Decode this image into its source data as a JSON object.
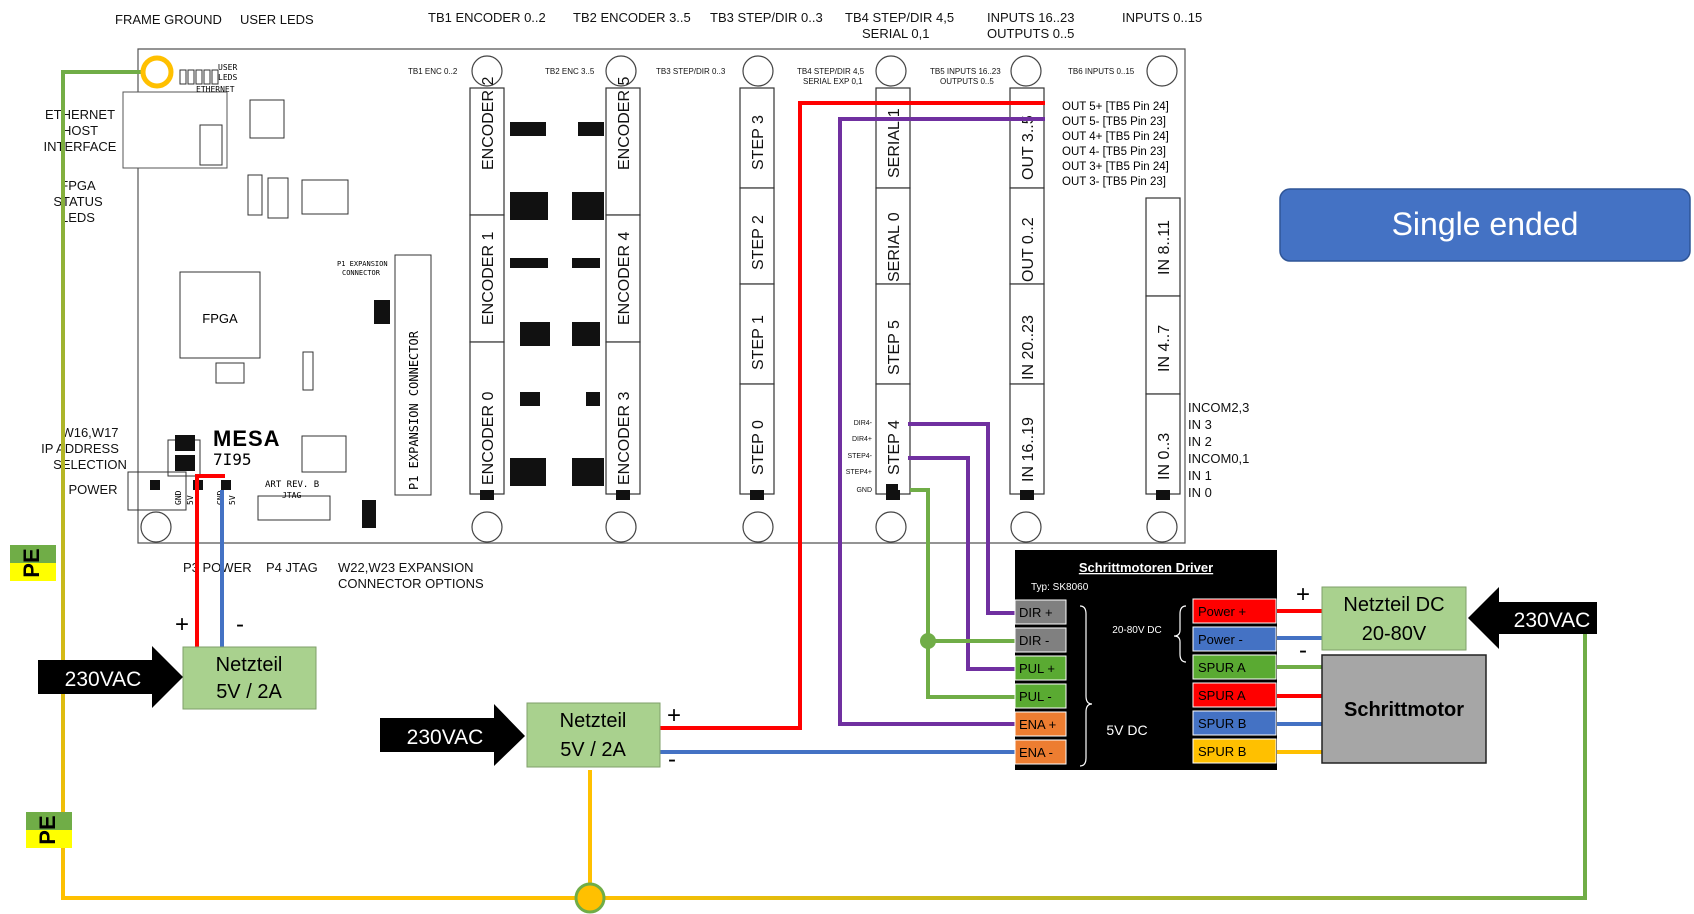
{
  "top_labels": {
    "frame_ground": "FRAME GROUND",
    "user_leds": "USER LEDS",
    "tb1": "TB1 ENCODER 0..2",
    "tb2": "TB2 ENCODER 3..5",
    "tb3": "TB3 STEP/DIR 0..3",
    "tb4_a": "TB4 STEP/DIR 4,5",
    "tb4_b": "SERIAL 0,1",
    "tb5_a": "INPUTS 16..23",
    "tb5_b": "OUTPUTS 0..5",
    "tb6": "INPUTS 0..15"
  },
  "left_labels": {
    "ethernet": [
      "ETHERNET",
      "HOST",
      "INTERFACE"
    ],
    "fpga_status": [
      "FPGA",
      "STATUS",
      "LEDS"
    ],
    "ip_address": [
      "W16,W17",
      "IP ADDRESS",
      "SELECTION"
    ],
    "power": "POWER"
  },
  "bottom_labels": {
    "p3_power": "P3 POWER",
    "p4_jtag": "P4 JTAG",
    "expansion": [
      "W22,W23 EXPANSION",
      "CONNECTOR OPTIONS"
    ]
  },
  "board": {
    "fpga": "FPGA",
    "brand": "MESA",
    "model": "7I95",
    "art_rev": "ART REV. B",
    "jtag": "JTAG",
    "p1_connector": "P1 EXPANSION CONNECTOR",
    "p1_small": [
      "P1 EXPANSION",
      "CONNECTOR"
    ],
    "ethernet_small": "ETHERNET",
    "user_leds_small": [
      "USER",
      "LEDS"
    ],
    "sub_tb1": "TB1 ENC 0..2",
    "sub_tb2": "TB2 ENC 3..5",
    "sub_tb3": "TB3 STEP/DIR 0..3",
    "sub_tb4": [
      "TB4 STEP/DIR 4,5",
      "SERIAL EXP 0,1"
    ],
    "sub_tb5": [
      "TB5 INPUTS 16..23",
      "OUTPUTS 0..5"
    ],
    "sub_tb6": "TB6 INPUTS 0..15",
    "connector_labels": [
      "ENCODER 2",
      "ENCODER 1",
      "ENCODER 0",
      "ENCODER 5",
      "ENCODER 4",
      "ENCODER 3",
      "STEP 3",
      "STEP 2",
      "STEP 1",
      "STEP 0",
      "SERIAL 1",
      "SERIAL 0",
      "STEP 5",
      "STEP 4",
      "OUT 3..5",
      "OUT 0..2",
      "IN 20..23",
      "IN 16..19",
      "IN 8..11",
      "IN 4..7",
      "IN 0..3"
    ],
    "tb4_pins": [
      "DIR4-",
      "DIR4+",
      "STEP4-",
      "STEP4+",
      "GND"
    ],
    "power_pins": [
      "GND",
      "5V",
      "GND",
      "5V"
    ]
  },
  "out_pins": [
    "OUT 5+ [TB5 Pin 24]",
    "OUT 5- [TB5 Pin 23]",
    "OUT 4+ [TB5 Pin 24]",
    "OUT 4- [TB5 Pin 23]",
    "OUT 3+ [TB5 Pin 24]",
    "OUT 3- [TB5 Pin 23]"
  ],
  "in_pins": [
    "INCOM2,3",
    "IN 3",
    "IN 2",
    "INCOM0,1",
    "IN 1",
    "IN 0"
  ],
  "callout": "Single ended",
  "driver": {
    "title": "Schrittmotoren Driver",
    "type": "Typ: SK8060",
    "left_pins": [
      {
        "label": "DIR +",
        "color": "#808080"
      },
      {
        "label": "DIR -",
        "color": "#808080"
      },
      {
        "label": "PUL +",
        "color": "#5aaa32"
      },
      {
        "label": "PUL -",
        "color": "#5aaa32"
      },
      {
        "label": "ENA +",
        "color": "#ed7d31"
      },
      {
        "label": "ENA -",
        "color": "#ed7d31"
      }
    ],
    "right_pins": [
      {
        "label": "Power +",
        "color": "#ff0000"
      },
      {
        "label": "Power -",
        "color": "#4472c4"
      },
      {
        "label": "SPUR A",
        "color": "#5aaa32"
      },
      {
        "label": "SPUR A",
        "color": "#ff0000"
      },
      {
        "label": "SPUR B",
        "color": "#4472c4"
      },
      {
        "label": "SPUR B",
        "color": "#ffc000"
      }
    ],
    "voltage_in": "20-80V DC",
    "voltage_5v": "5V DC"
  },
  "psu1": {
    "line1": "Netzteil",
    "line2": "5V / 2A",
    "input": "230VAC",
    "plus": "+",
    "minus": "-"
  },
  "psu2": {
    "line1": "Netzteil",
    "line2": "5V / 2A",
    "input": "230VAC",
    "plus": "+",
    "minus": "-"
  },
  "psu3": {
    "line1": "Netzteil DC",
    "line2": "20-80V",
    "input": "230VAC",
    "plus": "+",
    "minus": "-"
  },
  "motor": "Schrittmotor",
  "pe_label": "PE",
  "colors": {
    "red": "#ff0000",
    "blue": "#4472c4",
    "green": "#70ad47",
    "purple": "#7030a0",
    "pe_yellow": "#ffc000",
    "psu_fill": "#a9d18e",
    "callout_fill": "#4472c4",
    "driver_fill": "#000000"
  }
}
